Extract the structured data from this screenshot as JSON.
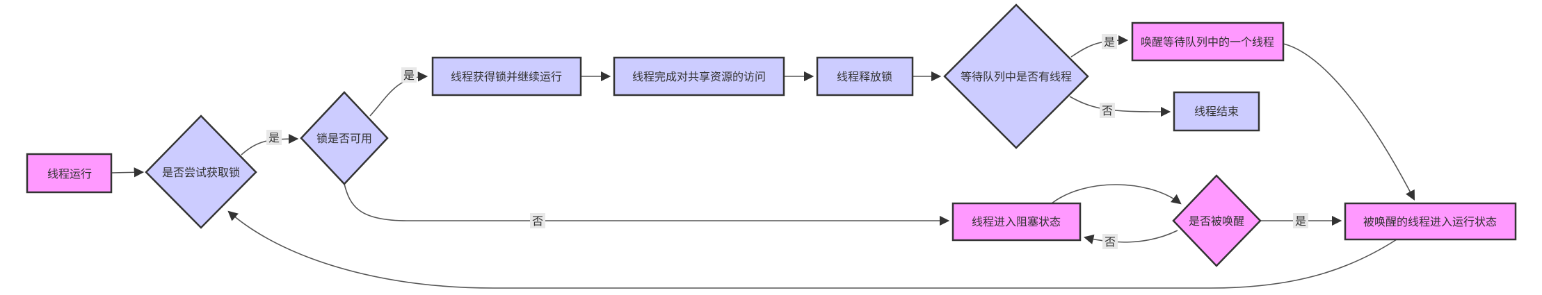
{
  "diagram": {
    "type": "flowchart",
    "colors": {
      "lavender": "#CCCCFF",
      "pink": "#FF99FF",
      "border": "#333333",
      "edge": "#555555",
      "label_bg": "#E8E8E8",
      "text": "#333333",
      "background": "#FFFFFF"
    },
    "nodes": {
      "thread_run": {
        "label": "线程运行",
        "shape": "rect",
        "color": "pink"
      },
      "try_acquire_lock": {
        "label": "是否尝试获取锁",
        "shape": "diamond",
        "color": "lavender"
      },
      "lock_available": {
        "label": "锁是否可用",
        "shape": "diamond",
        "color": "lavender"
      },
      "acquire_and_run": {
        "label": "线程获得锁并继续运行",
        "shape": "rect",
        "color": "lavender"
      },
      "finish_access": {
        "label": "线程完成对共享资源的访问",
        "shape": "rect",
        "color": "lavender"
      },
      "release_lock": {
        "label": "线程释放锁",
        "shape": "rect",
        "color": "lavender"
      },
      "wait_queue_has_thread": {
        "label": "等待队列中是否有线程",
        "shape": "diamond",
        "color": "lavender"
      },
      "wake_one_thread": {
        "label": "唤醒等待队列中的一个线程",
        "shape": "rect",
        "color": "pink"
      },
      "thread_end": {
        "label": "线程结束",
        "shape": "rect",
        "color": "lavender"
      },
      "blocked_state": {
        "label": "线程进入阻塞状态",
        "shape": "rect",
        "color": "pink"
      },
      "is_woken": {
        "label": "是否被唤醒",
        "shape": "diamond",
        "color": "pink"
      },
      "woken_thread_runs": {
        "label": "被唤醒的线程进入运行状态",
        "shape": "rect",
        "color": "pink"
      }
    },
    "edges": [
      {
        "from": "thread_run",
        "to": "try_acquire_lock",
        "label": ""
      },
      {
        "from": "try_acquire_lock",
        "to": "lock_available",
        "label": "是"
      },
      {
        "from": "lock_available",
        "to": "acquire_and_run",
        "label": "是"
      },
      {
        "from": "acquire_and_run",
        "to": "finish_access",
        "label": ""
      },
      {
        "from": "finish_access",
        "to": "release_lock",
        "label": ""
      },
      {
        "from": "release_lock",
        "to": "wait_queue_has_thread",
        "label": ""
      },
      {
        "from": "wait_queue_has_thread",
        "to": "wake_one_thread",
        "label": "是"
      },
      {
        "from": "wait_queue_has_thread",
        "to": "thread_end",
        "label": "否"
      },
      {
        "from": "wake_one_thread",
        "to": "woken_thread_runs",
        "label": ""
      },
      {
        "from": "lock_available",
        "to": "blocked_state",
        "label": "否"
      },
      {
        "from": "blocked_state",
        "to": "is_woken",
        "label": ""
      },
      {
        "from": "is_woken",
        "to": "blocked_state",
        "label": "否"
      },
      {
        "from": "is_woken",
        "to": "woken_thread_runs",
        "label": "是"
      },
      {
        "from": "woken_thread_runs",
        "to": "try_acquire_lock",
        "label": ""
      }
    ]
  }
}
